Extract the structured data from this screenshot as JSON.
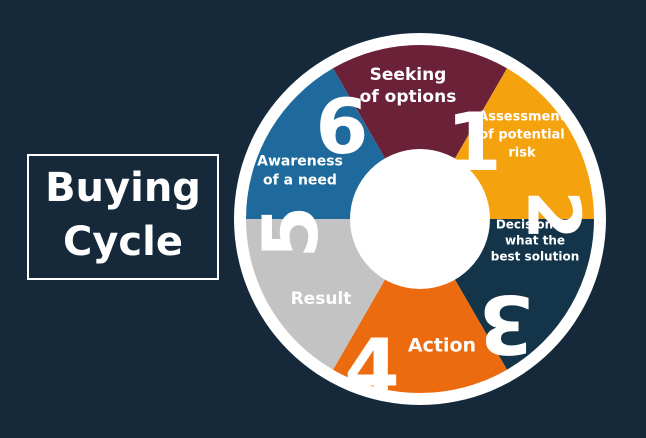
{
  "title": {
    "line1": "Buying",
    "line2": "Cycle"
  },
  "colors": {
    "background": "#15293a",
    "ring": "#ffffff",
    "stage1": "#6b2238",
    "stage2": "#f5a20f",
    "stage3": "#133449",
    "stage4": "#ed6b0f",
    "stage5": "#c3c3c3",
    "stage6": "#1f6a9c"
  },
  "stages": [
    {
      "number": "1",
      "label_lines": [
        "Seeking",
        "of options"
      ]
    },
    {
      "number": "2",
      "label_lines": [
        "Assessment",
        "of potential",
        "risk"
      ]
    },
    {
      "number": "3",
      "label_lines": [
        "Decision on",
        "what the",
        "best solution"
      ]
    },
    {
      "number": "4",
      "label_lines": [
        "Action"
      ]
    },
    {
      "number": "5",
      "label_lines": [
        "Result"
      ]
    },
    {
      "number": "6",
      "label_lines": [
        "Awareness",
        "of a need"
      ]
    }
  ]
}
